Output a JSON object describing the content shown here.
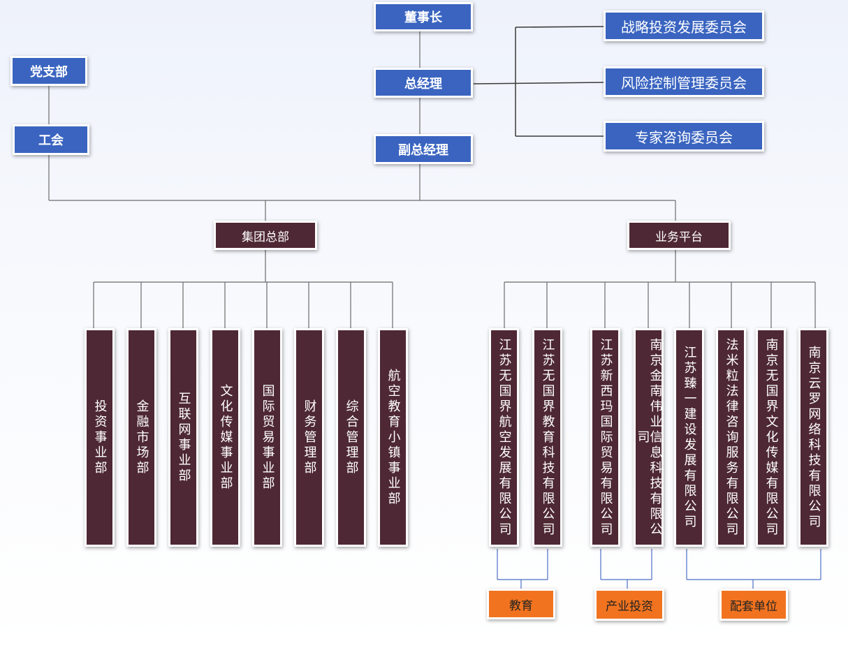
{
  "chairman": "董事长",
  "gm": "总经理",
  "deputy_gm": "副总经理",
  "party": "党支部",
  "union": "工会",
  "committees": [
    "战略投资发展委员会",
    "风险控制管理委员会",
    "专家咨询委员会"
  ],
  "group_hq": {
    "label": "集团总部",
    "departments": [
      "投资事业部",
      "金融市场部",
      "互联网事业部",
      "文化传媒事业部",
      "国际贸易事业部",
      "财务管理部",
      "综合管理部",
      "航空教育小镇事业部"
    ]
  },
  "platform": {
    "label": "业务平台",
    "companies": [
      "江苏无国界航空发展有限公司",
      "江苏无国界教育科技有限公司",
      "江苏新西玛国际贸易有限公司",
      "南京金南伟业信息科技有限公司",
      "江苏臻一建设发展有限公司",
      "法米粒法律咨询服务有限公司",
      "南京无国界文化传媒有限公司",
      "南京云罗网络科技有限公司"
    ]
  },
  "categories": [
    "教育",
    "产业投资",
    "配套单位"
  ],
  "colors": {
    "blue": "#3a64c0",
    "maroon": "#4e2834",
    "orange": "#f2731f",
    "line_gray": "#6b6b6b",
    "line_blue": "#4a6fc4"
  }
}
